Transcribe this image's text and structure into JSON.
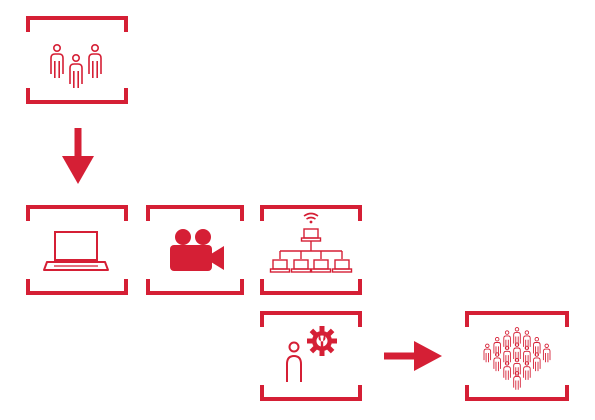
{
  "diagram": {
    "accent_color": "#d51f35",
    "nodes": [
      {
        "id": "team",
        "icon": "group-of-three-people-icon"
      },
      {
        "id": "laptop",
        "icon": "laptop-icon"
      },
      {
        "id": "video",
        "icon": "video-camera-icon"
      },
      {
        "id": "network",
        "icon": "wireless-network-computers-icon"
      },
      {
        "id": "support",
        "icon": "person-with-gear-and-wrench-icon"
      },
      {
        "id": "audience",
        "icon": "crowd-of-people-icon"
      }
    ],
    "arrows": [
      {
        "from": "team",
        "to": "laptop",
        "direction": "down"
      },
      {
        "from": "support",
        "to": "audience",
        "direction": "right"
      }
    ]
  }
}
